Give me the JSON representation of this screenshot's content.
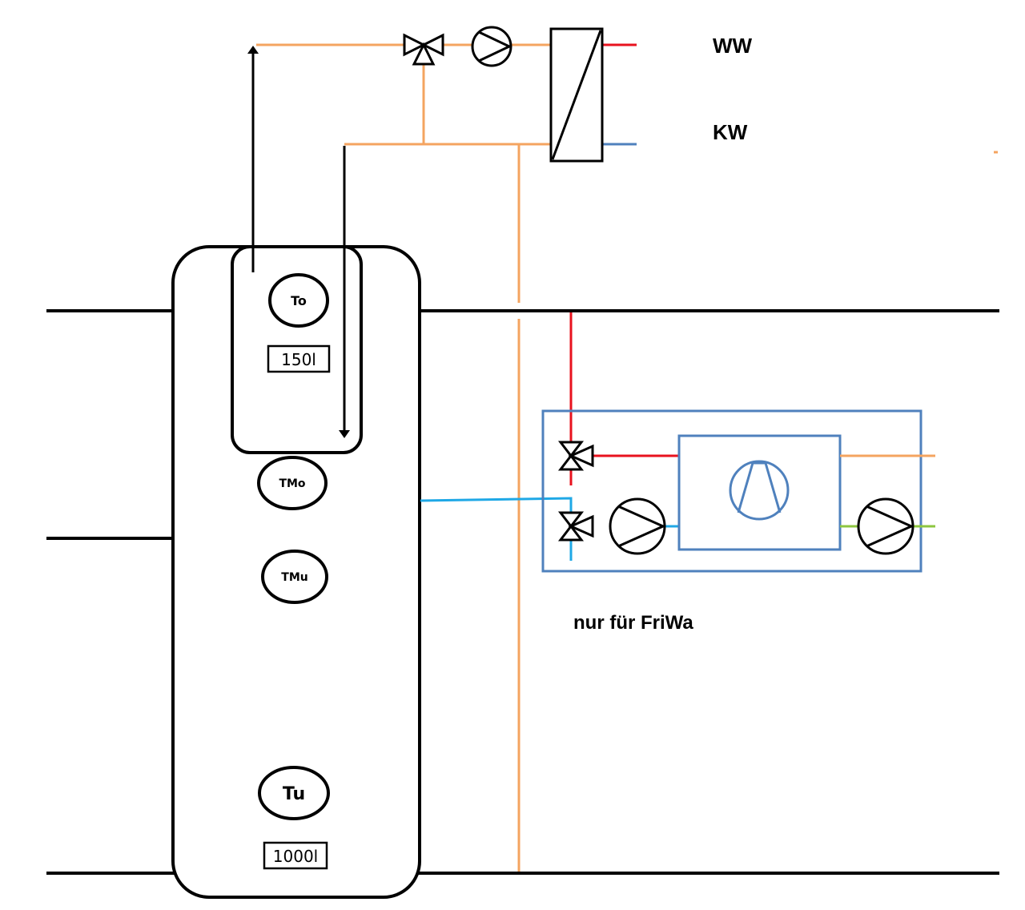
{
  "labels": {
    "ww": "WW",
    "kw": "KW",
    "friwa_note": "nur für FriWa"
  },
  "sensors": {
    "top": "To",
    "mid_upper": "TMo",
    "mid_lower": "TMu",
    "bottom": "Tu"
  },
  "volumes": {
    "inner_tank": "150l",
    "main_tank": "1000l"
  },
  "icons": [
    "three-way-valve-icon",
    "circulation-pump-icon",
    "heat-exchanger-icon",
    "compressor-icon",
    "flow-arrow-icon"
  ],
  "colors": {
    "line_black": "#000000",
    "pipe_orange": "#f4a460",
    "hot_water_red": "#e8121e",
    "cold_water_blue": "#4f81bd",
    "return_cyan": "#1fa8e6",
    "module_blue": "#4f81bd",
    "green_line": "#8dc63f"
  }
}
